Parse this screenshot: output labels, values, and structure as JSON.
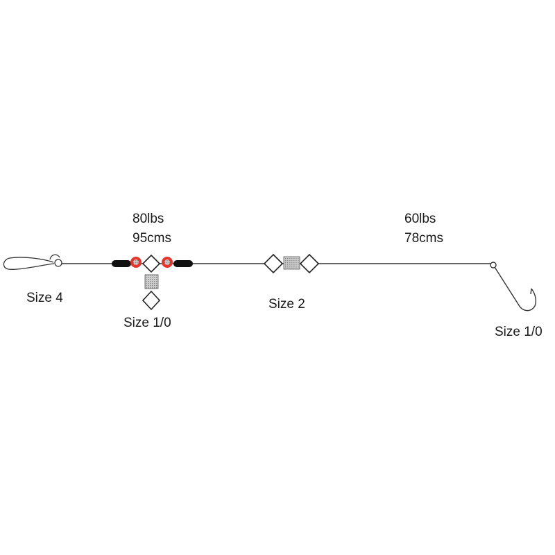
{
  "colors": {
    "line": "#333333",
    "bead": "#e8332b",
    "sleeve": "#111111",
    "swivel_barrel": "#b8b8b8"
  },
  "labels": {
    "snap_size": "Size 4",
    "mainline_strength": "80lbs",
    "mainline_length": "95cms",
    "three_way_swivel_size": "Size 1/0",
    "swivel_size": "Size 2",
    "trace_strength": "60lbs",
    "trace_length": "78cms",
    "hook_size": "Size 1/0"
  }
}
